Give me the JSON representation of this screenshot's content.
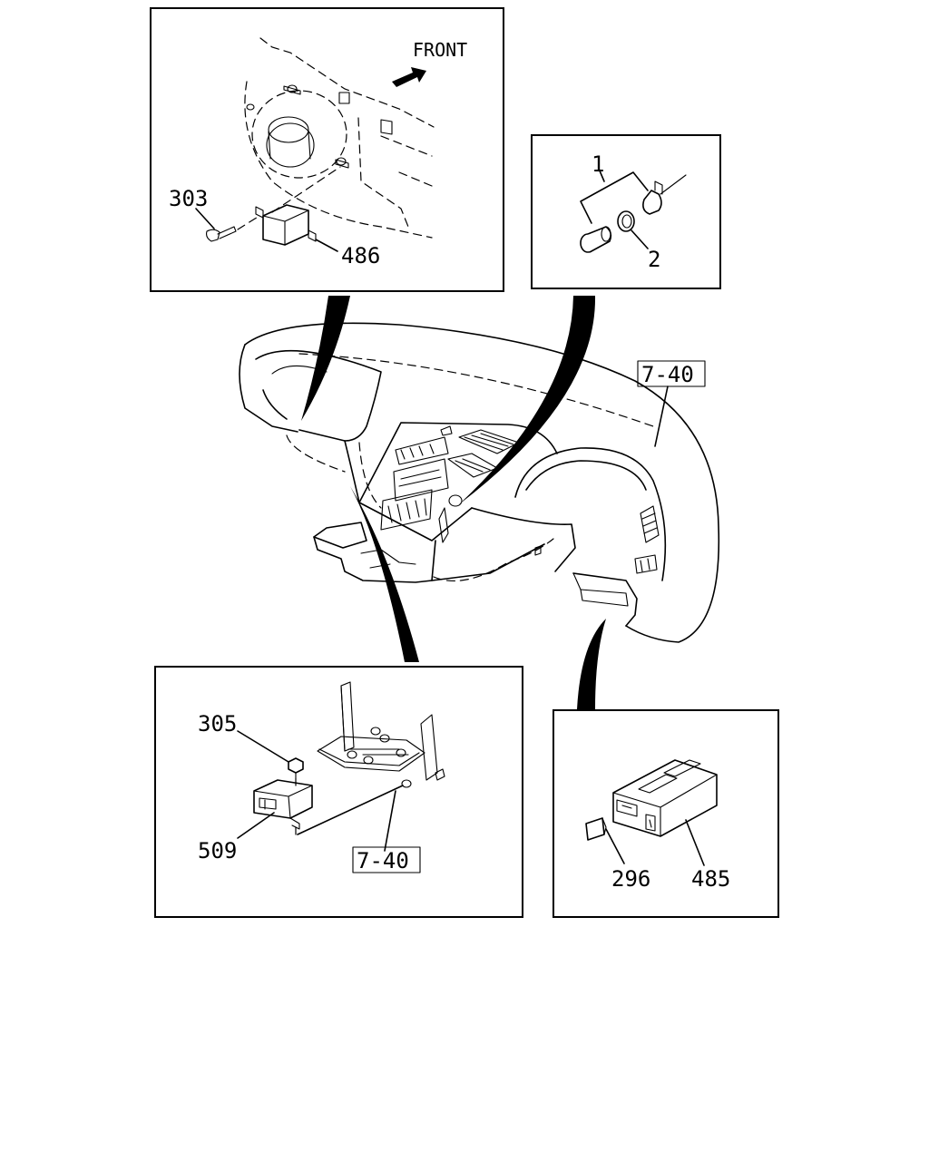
{
  "diagram": {
    "front_label": "FRONT",
    "callouts": {
      "p303": "303",
      "p486": "486",
      "p1": "1",
      "p2": "2",
      "ref_main": "7-40",
      "p305": "305",
      "p509": "509",
      "ref_bracket": "7-40",
      "p296": "296",
      "p485": "485"
    }
  }
}
